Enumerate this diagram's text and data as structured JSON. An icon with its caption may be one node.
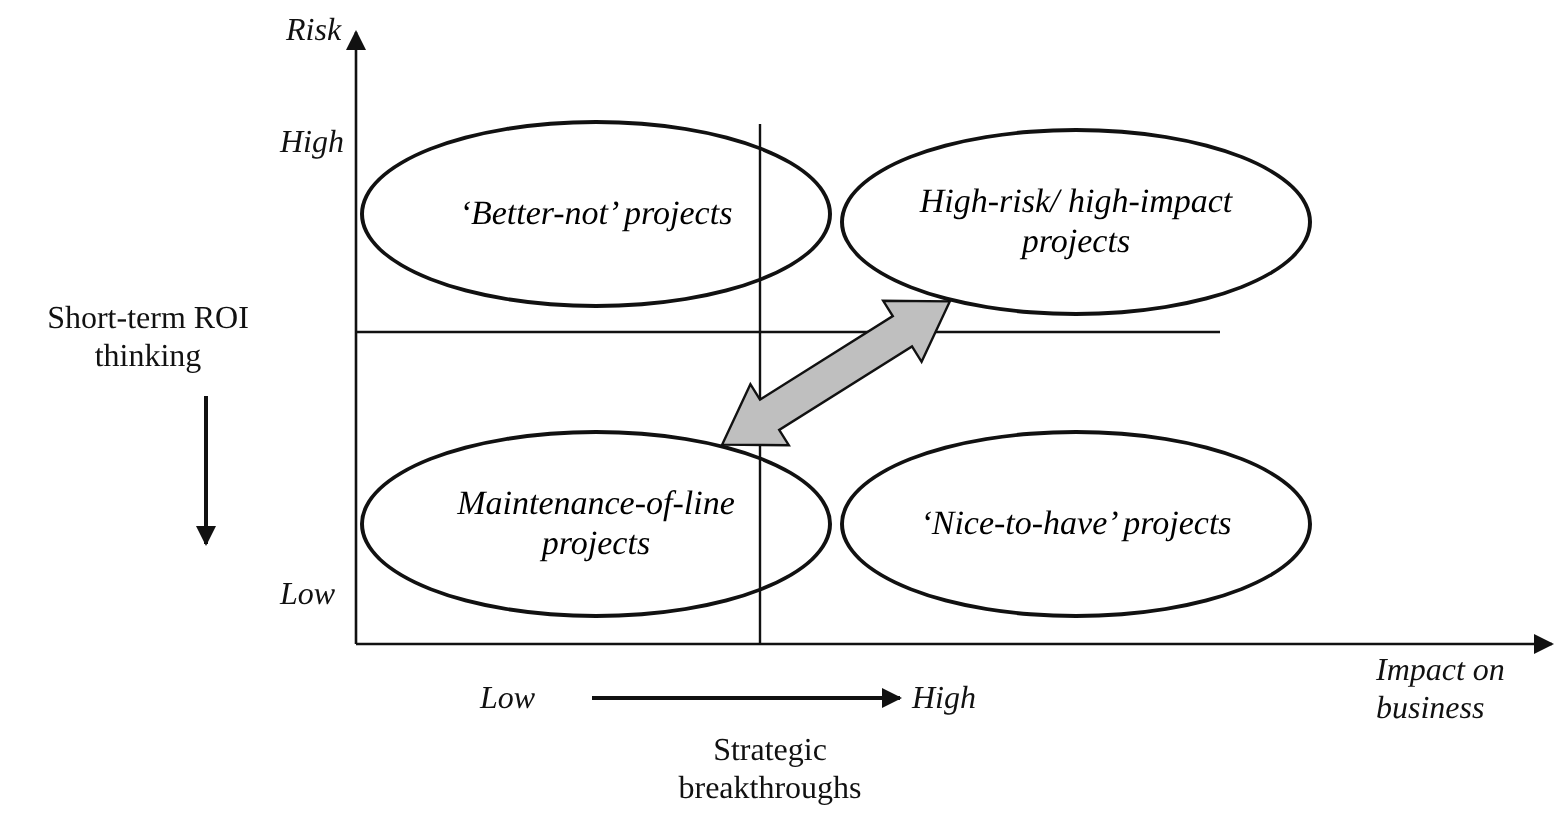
{
  "diagram": {
    "nodes": [
      {
        "text": [
          "‘Better-not’ projects"
        ]
      },
      {
        "text": [
          "High-risk/ high-impact projects"
        ]
      },
      {
        "text": [
          "Maintenance-of-line projects"
        ]
      },
      {
        "text": [
          "‘Nice-to-have’ projects"
        ]
      }
    ],
    "edges": [
      {
        "from": 2,
        "to": 1,
        "arrow": "both",
        "style": "thick",
        "color": "#bfbfbf"
      }
    ],
    "labels": [
      "Risk",
      "High",
      "Short-term ROI thinking",
      "Low",
      "Impact on business",
      "Low",
      "High",
      "Strategic breakthroughs"
    ]
  }
}
